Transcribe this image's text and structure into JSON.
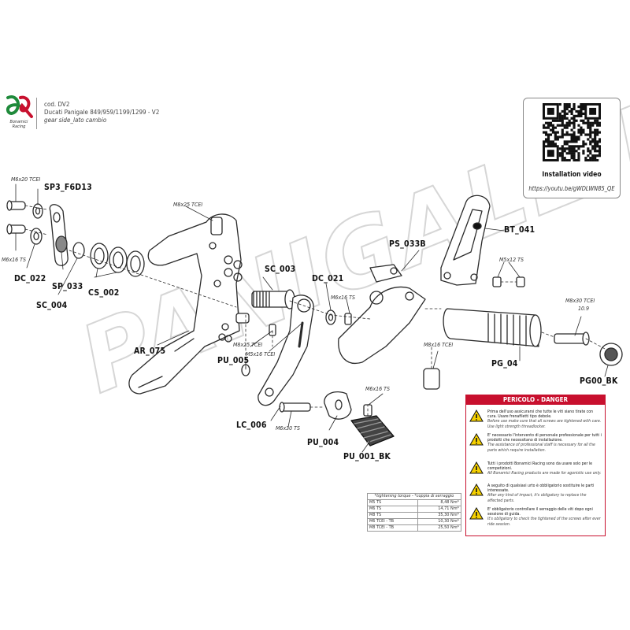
{
  "header": {
    "brand_line1": "Bonamici",
    "brand_line2": "Racing",
    "code": "cod. DV2",
    "model": "Ducati Panigale 849/959/1199/1299 - V2",
    "side": "gear side_lato cambio"
  },
  "qr": {
    "title": "Installation video",
    "link": "https://youtu.be/gWDLWN85_QE"
  },
  "watermark": "PANIGALE RACING",
  "labels": {
    "sp3": "SP3_F6D13",
    "dc022": "DC_022",
    "sp033": "SP_033",
    "sc004": "SC_004",
    "cs002": "CS_002",
    "ar075": "AR_075",
    "sc003": "SC_003",
    "dc021": "DC_021",
    "pu005": "PU_005",
    "lc006": "LC_006",
    "pu004": "PU_004",
    "pu001": "PU_001_BK",
    "ps033b": "PS_033B",
    "bt041": "BT_041",
    "pg04": "PG_04",
    "pg00": "PG00_BK"
  },
  "specs": {
    "m6x20": "M6x20 TCEI",
    "m6x16a": "M6x16 TS",
    "m8x25a": "M8x25 TCEI",
    "m8x25b": "M8x25 TCEI",
    "m5x16": "M5x16 TCEI",
    "m6x16b": "M6x16 TS",
    "m5x12": "M5x12 TS",
    "m8x30": "M8x30 TCEI",
    "m8x30v": "10.9",
    "m8x16": "M8x16 TCEI",
    "m6x30": "M6x30 TS",
    "m6x16c": "M6x16 TS"
  },
  "torque": {
    "header": "*tightening torque - *coppia di serraggio",
    "rows": [
      {
        "k": "M5 TS",
        "v": "8,48 Nm*"
      },
      {
        "k": "M6 TS",
        "v": "14,71 Nm*"
      },
      {
        "k": "M8 TS",
        "v": "35,30 Nm*"
      },
      {
        "k": "M6 TCEI - TB",
        "v": "10,30 Nm*"
      },
      {
        "k": "M8 TCEI - TB",
        "v": "25,50 Nm*"
      }
    ]
  },
  "danger": {
    "title": "PERICOLO - DANGER",
    "items": [
      {
        "it": "Prima dell'uso assicurarsi che tutte le viti siano tirate con cura. Usare frenafiletti tipo debole.",
        "en": "Before use make sure that all screws are tightened with care. Use light strength threadlocker."
      },
      {
        "it": "E' necessario l'intervento di personale professionale per tutti i prodotti che necessitano di installazione.",
        "en": "The assistance of professional staff is necessary for all the parts which require installation."
      },
      {
        "it": "Tutti i prodotti Bonamici Racing sono da usare solo per le competizioni.",
        "en": "All Bonamici Racing products are made for agonistic use only."
      },
      {
        "it": "A seguito di qualsiasi urto è obbligatorio sostituire le parti interessate.",
        "en": "After any kind of impact, it's obligatory to replace the affected parts."
      },
      {
        "it": "E' obbligatorio controllare il serraggio delle viti dopo ogni sessione di guida.",
        "en": "It's obligatory to check the tightened of the screws after ever ride session."
      }
    ]
  },
  "colors": {
    "danger_red": "#c8102e",
    "logo_green": "#1f8a3b",
    "logo_red": "#c8102e",
    "line": "#2a2a2a",
    "watermark": "#d4d4d4"
  }
}
